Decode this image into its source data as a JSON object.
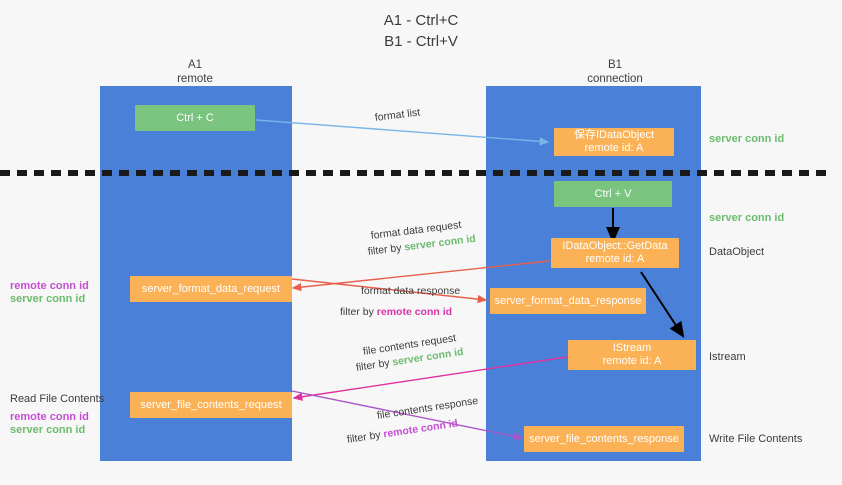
{
  "title": "A1 - Ctrl+C\nB1 - Ctrl+V",
  "columns": {
    "left": "A1\nremote",
    "right": "B1\nconnection"
  },
  "boxes": {
    "ctrl_c": "Ctrl + C",
    "ctrl_v": "Ctrl + V",
    "save_dataobject": "保存IDataObject\nremote id: A",
    "getdata": "IDataObject::GetData\nremote id: A",
    "istream": "IStream\nremote id: A",
    "server_format_data_request": "server_format_data_request",
    "server_format_data_response": "server_format_data_response",
    "server_file_contents_request": "server_file_contents_request",
    "server_file_contents_response": "server_file_contents_response"
  },
  "right_labels": {
    "server_conn_id_1": "server conn id",
    "server_conn_id_2": "server conn id",
    "dataobject": "DataObject",
    "istream": "Istream",
    "write_file_contents": "Write File Contents"
  },
  "left_labels": {
    "remote_conn_id_1": "remote conn id",
    "server_conn_id_1": "server conn id",
    "read_file_contents": "Read File Contents",
    "remote_conn_id_2": "remote conn id",
    "server_conn_id_2": "server conn id"
  },
  "edges": {
    "format_list": "format list",
    "format_data_request": "format data request",
    "format_data_request_filter_prefix": "filter by ",
    "format_data_request_filter_value": "server conn id",
    "format_data_response": "format data response",
    "format_data_response_filter_prefix": "filter by ",
    "format_data_response_filter_value": "remote conn id",
    "file_contents_request": "file contents request",
    "file_contents_request_filter_prefix": "filter by ",
    "file_contents_request_filter_value": "server conn id",
    "file_contents_response": "file contents response",
    "file_contents_response_filter_prefix": "filter by ",
    "file_contents_response_filter_value": "remote conn id"
  },
  "colors": {
    "lane_blue": "#4a80d8",
    "box_green": "#7ac47f",
    "box_orange": "#fbb155",
    "green_text": "#6cbb6f",
    "purple_text": "#c24fd0",
    "pink_text": "#d935a8",
    "arrow_blue": "#79b4e8",
    "arrow_red": "#e8604c",
    "arrow_pink": "#e0319f",
    "arrow_purple": "#a855c8",
    "arrow_black": "#000000",
    "divider": "#1a1a1a"
  }
}
